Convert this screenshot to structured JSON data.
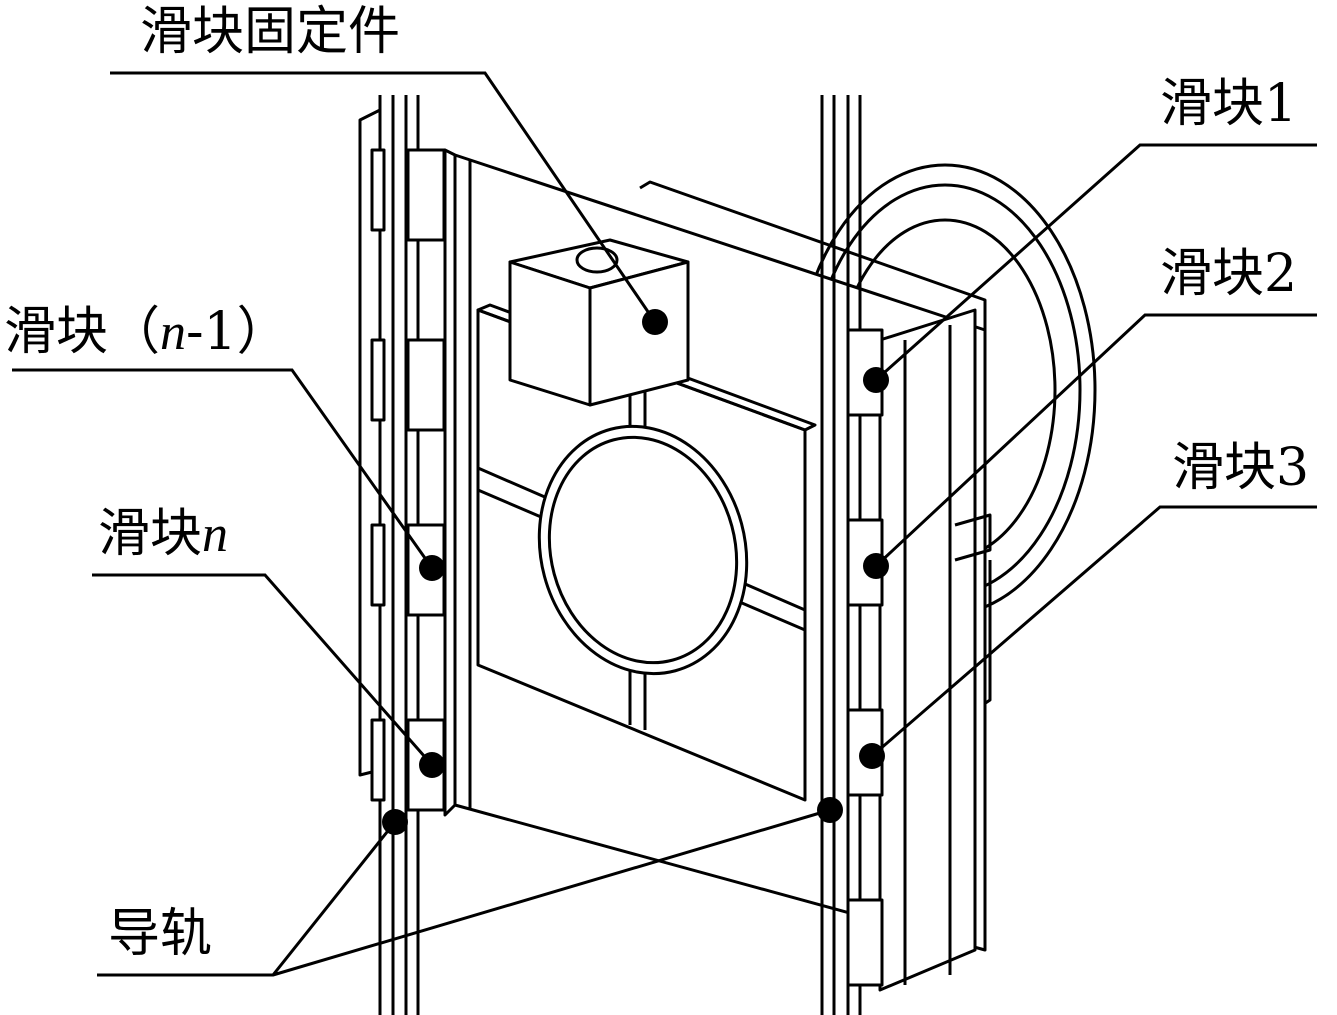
{
  "labels": {
    "fixture": "滑块固定件",
    "slider1": "滑块1",
    "slider2": "滑块2",
    "slider3": "滑块3",
    "slider_n_minus_1_prefix": "滑块（",
    "slider_n_minus_1_var": "n",
    "slider_n_minus_1_suffix": "-1）",
    "slider_n_prefix": "滑块",
    "slider_n_var": "n",
    "rail": "导轨"
  },
  "colors": {
    "line": "#000000",
    "background": "#ffffff"
  }
}
